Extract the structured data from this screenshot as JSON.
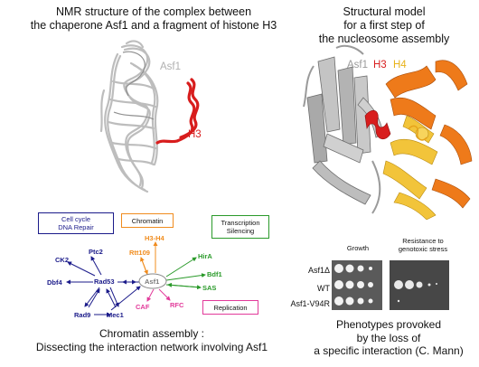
{
  "panel_nmr": {
    "title_line1": "NMR structure of the complex between",
    "title_line2": "the chaperone Asf1 and a fragment of histone H3",
    "label_asf1": "Asf1",
    "label_h3": "H3"
  },
  "panel_model": {
    "title_line1": "Structural model",
    "title_line2": "for a first step of",
    "title_line3": "the nucleosome assembly",
    "label_asf1": "Asf1",
    "label_h3": "H3",
    "label_h4": "H4"
  },
  "network": {
    "box_cellcycle_line1": "Cell cycle",
    "box_cellcycle_line2": "DNA Repair",
    "box_chromatin": "Chromatin",
    "box_transcription_line1": "Transcription",
    "box_transcription_line2": "Silencing",
    "box_replication": "Replication",
    "nodes": {
      "ptc2": "Ptc2",
      "ck2": "CK2",
      "dbf4": "Dbf4",
      "rad53": "Rad53",
      "rad9": "Rad9",
      "mec1": "Mec1",
      "rtt109": "Rtt109",
      "h3h4": "H3-H4",
      "asf1": "Asf1",
      "hira": "HirA",
      "bdf1": "Bdf1",
      "sas": "SAS",
      "caf": "CAF",
      "rfc": "RFC"
    },
    "caption_line1": "Chromatin assembly :",
    "caption_line2": "Dissecting the interaction network involving Asf1"
  },
  "phenotypes": {
    "header_growth": "Growth",
    "header_resistance_line1": "Resistance to",
    "header_resistance_line2": "genotoxic stress",
    "strains": [
      "Asf1Δ",
      "WT",
      "Asf1-V94R"
    ],
    "caption_line1": "Phenotypes provoked",
    "caption_line2": "by the loss of",
    "caption_line3": "a specific interaction (C. Mann)"
  },
  "colors": {
    "asf1_gray": "#b5b5b5",
    "h3_red": "#d81d1d",
    "h4_yellow": "#f2c43a",
    "h3_orange": "#ee7a1a",
    "cellcycle_navy": "#1b1b8a",
    "chromatin_orange": "#f08c1e",
    "transcription_green": "#2a9a2a",
    "replication_pink": "#e23a9a"
  }
}
